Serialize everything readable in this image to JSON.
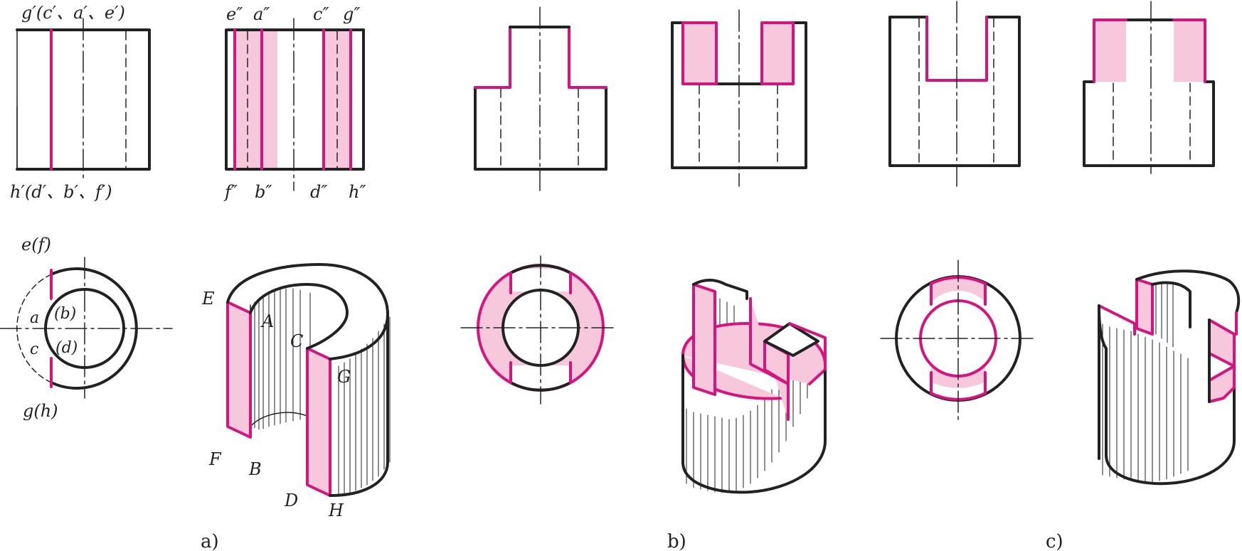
{
  "colors": {
    "ink": "#222222",
    "accent": "#d4147f",
    "fill": "#f7c8dc"
  },
  "captions": {
    "a": "a)",
    "b": "b)",
    "c": "c)"
  },
  "fig_a_labels": {
    "front_top": "g′(c′、a′、e′)",
    "front_bottom": "h′(d′、b′、f′)",
    "side_e": "e″",
    "side_a": "a″",
    "side_c": "c″",
    "side_g": "g″",
    "side_f": "f″",
    "side_b": "b″",
    "side_d": "d″",
    "side_h": "h″",
    "top_ef": "e(f)",
    "top_a": "a",
    "top_b": "(b)",
    "top_c": "c",
    "top_d": "(d)",
    "top_gh": "g(h)",
    "iso_E": "E",
    "iso_A": "A",
    "iso_C": "C",
    "iso_G": "G",
    "iso_F": "F",
    "iso_B": "B",
    "iso_D": "D",
    "iso_H": "H"
  }
}
